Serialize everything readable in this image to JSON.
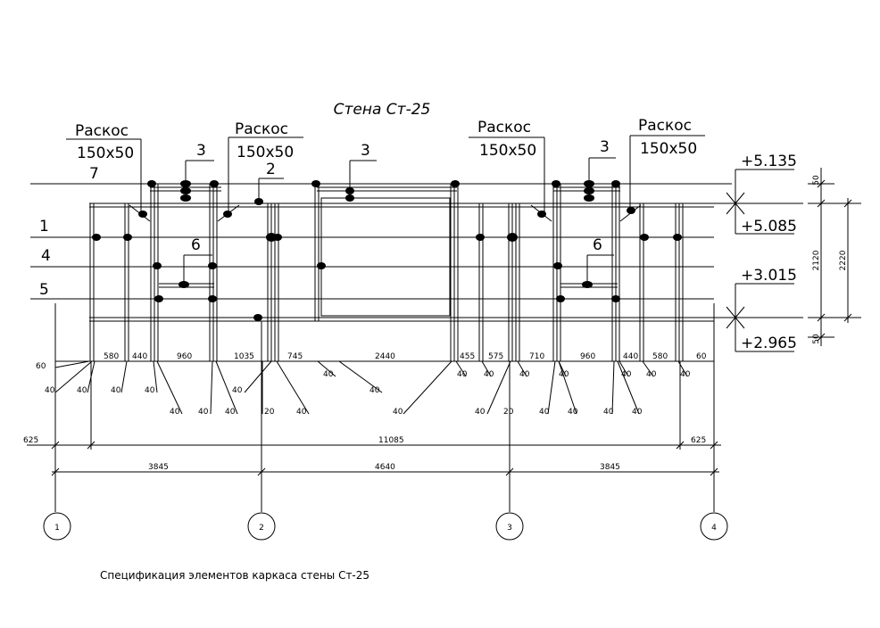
{
  "title": "Стена Ст-25",
  "caption": "Спецификация элементов каркаса стены Ст-25",
  "callouts": {
    "brace_label": "Раскос",
    "brace_size": "150x50",
    "mark1": "1",
    "mark2": "2",
    "mark3": "3",
    "mark4": "4",
    "mark5": "5",
    "mark6": "6",
    "mark7": "7"
  },
  "elevations": {
    "top_upper": "+5.135",
    "top_lower": "+5.085",
    "bot_upper": "+3.015",
    "bot_lower": "+2.965"
  },
  "side_dims": {
    "d50": "50",
    "d2120": "2120",
    "d2220": "2220"
  },
  "segment_dims": [
    "60",
    "580",
    "440",
    "960",
    "1035",
    "745",
    "2440",
    "455",
    "575",
    "710",
    "960",
    "440",
    "580",
    "60"
  ],
  "stud_widths": {
    "w40": "40",
    "w20": "20"
  },
  "overall_dims": {
    "left_off": "625",
    "total": "11085",
    "right_off": "625"
  },
  "axis_dims": [
    "3845",
    "4640",
    "3845"
  ],
  "axes": [
    "1",
    "2",
    "3",
    "4"
  ]
}
